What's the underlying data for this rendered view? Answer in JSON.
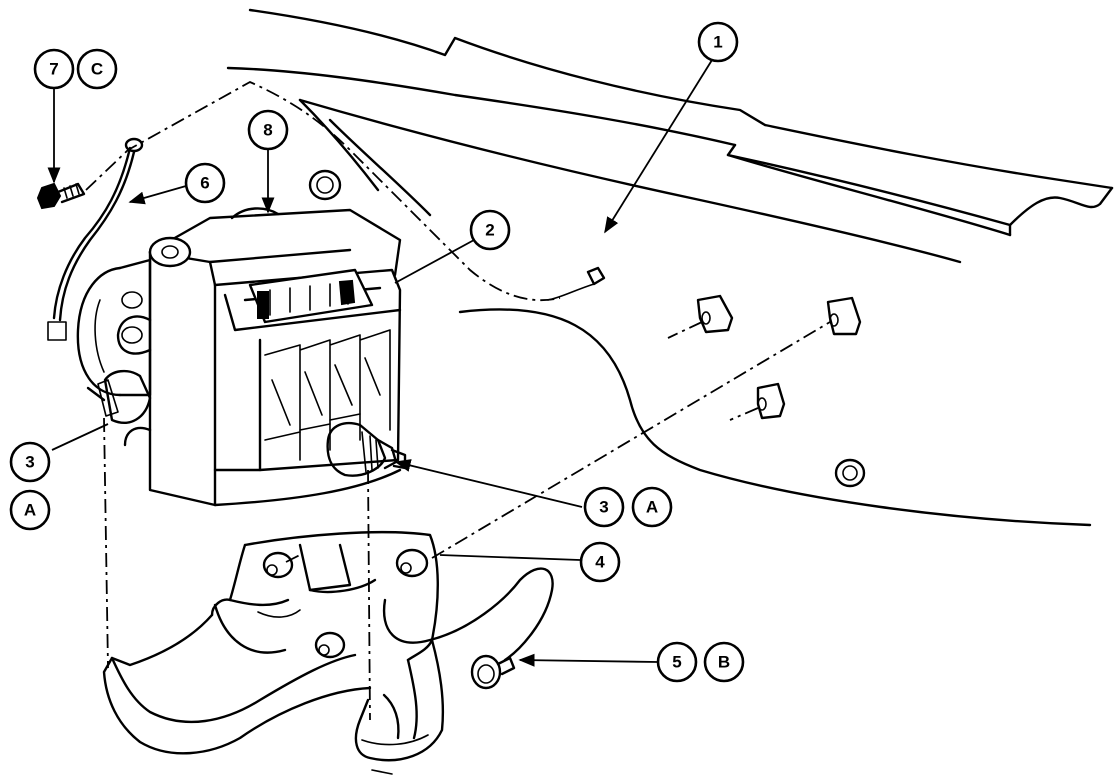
{
  "callouts": {
    "c1": "1",
    "c2": "2",
    "c3_left": "3",
    "cA_left": "A",
    "c3_right": "3",
    "cA_right": "A",
    "c4": "4",
    "c5": "5",
    "cB": "B",
    "c6": "6",
    "c7": "7",
    "cC": "C",
    "c8": "8"
  }
}
